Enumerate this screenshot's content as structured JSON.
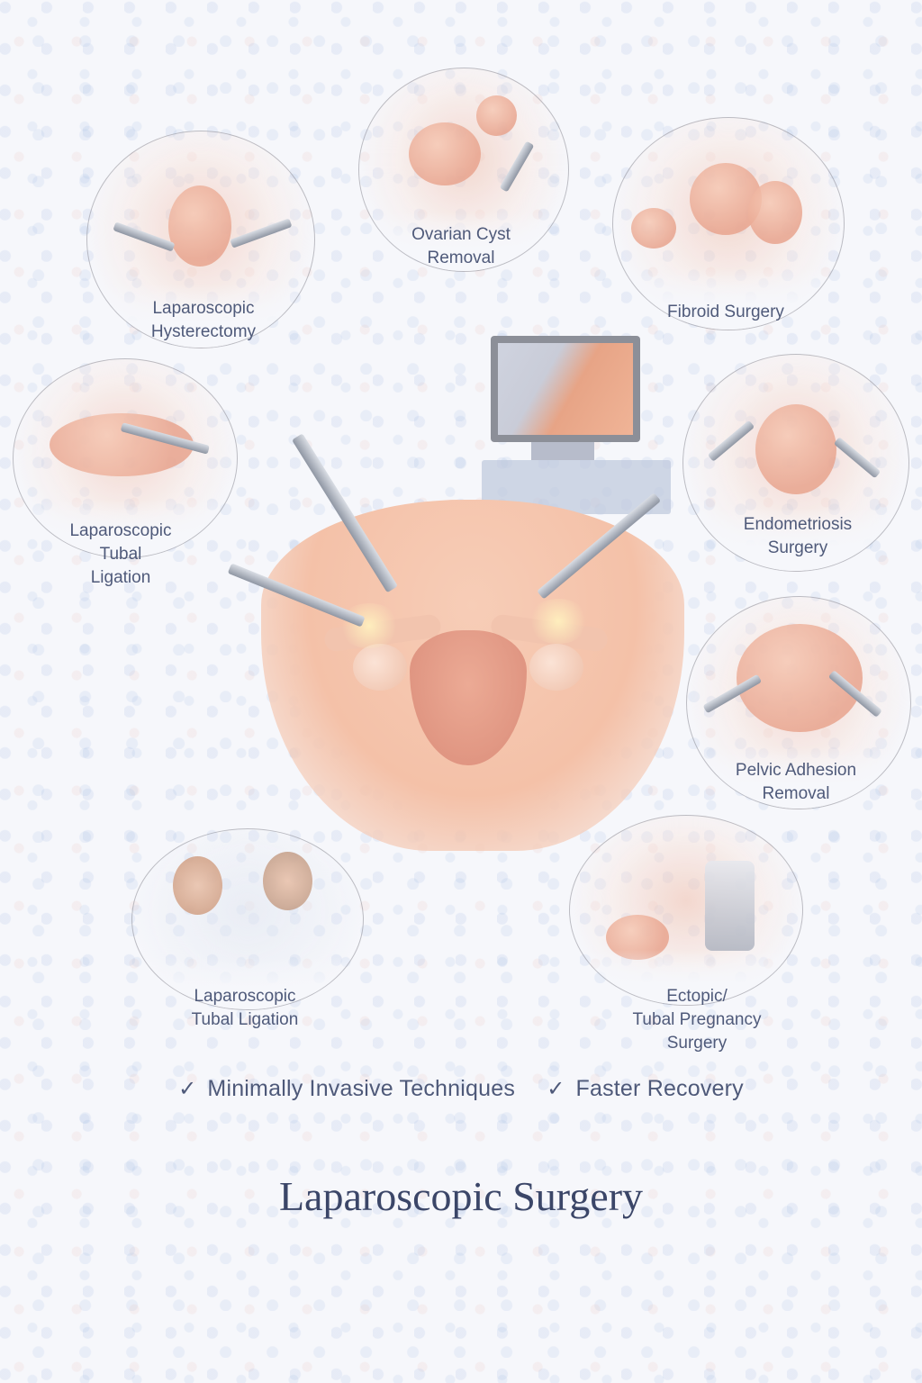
{
  "title": "Laparoscopic Surgery",
  "procedures": [
    {
      "id": "hysterectomy",
      "label_lines": [
        "Laparoscopic",
        "Hysterectomy"
      ]
    },
    {
      "id": "ovarian-cyst",
      "label_lines": [
        "Ovarian Cyst",
        "Removal"
      ]
    },
    {
      "id": "fibroid",
      "label_lines": [
        "Fibroid Surgery"
      ]
    },
    {
      "id": "tubal-ligation-top",
      "label_lines": [
        "Laparoscopic",
        "Tubal",
        "Ligation"
      ]
    },
    {
      "id": "endometriosis",
      "label_lines": [
        "Endometriosis",
        "Surgery"
      ]
    },
    {
      "id": "pelvic-adhesion",
      "label_lines": [
        "Pelvic Adhesion",
        "Removal"
      ]
    },
    {
      "id": "tubal-ligation-bottom",
      "label_lines": [
        "Laparoscopic",
        "Tubal Ligation"
      ]
    },
    {
      "id": "ectopic",
      "label_lines": [
        "Ectopic/",
        "Tubal Pregnancy",
        "Surgery"
      ]
    }
  ],
  "benefits": [
    {
      "icon": "check-icon",
      "glyph": "✓",
      "label": "Minimally Invasive Techniques"
    },
    {
      "icon": "check-icon",
      "glyph": "✓",
      "label": "Faster Recovery"
    }
  ],
  "colors": {
    "text": "#4f5a7a",
    "title": "#3b4668",
    "skin": "#f4c1a8",
    "background": "#f6f7fb"
  }
}
